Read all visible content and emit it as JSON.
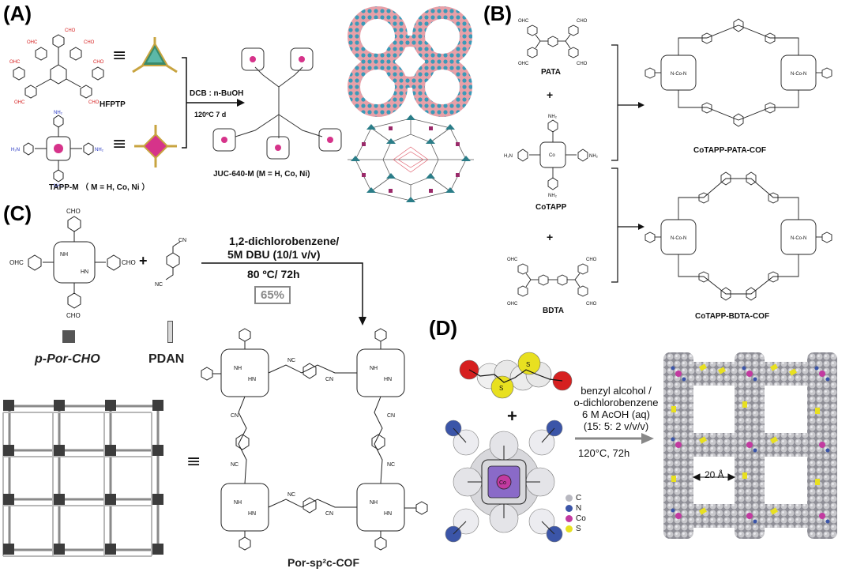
{
  "panels": {
    "a": {
      "label": "(A)",
      "linker_1": "HFPTP",
      "linker_2": "TAPP-M （ M = H, Co, Ni ）",
      "condition_solvent": "DCB : n-BuOH",
      "condition_temp": "120ºC 7 d",
      "product": "JUC-640-M (M = H, Co, Ni)"
    },
    "b": {
      "label": "(B)",
      "monomer_1": "PATA",
      "monomer_2": "CoTAPP",
      "monomer_3": "BDTA",
      "plus": "+",
      "product_1": "CoTAPP-PATA-COF",
      "product_2": "CoTAPP-BDTA-COF"
    },
    "c": {
      "label": "(C)",
      "monomer_1": "p-Por-CHO",
      "monomer_2": "PDAN",
      "plus": "+",
      "cond_line1": "1,2-dichlorobenzene/",
      "cond_line2": "5M DBU (10/1  v/v)",
      "cond_line3": "80 ºC/ 72h",
      "yield": "65%",
      "equiv": "≡",
      "product": "Por-sp²c-COF"
    },
    "d": {
      "label": "(D)",
      "plus": "+",
      "cond_line1": "benzyl alcohol /",
      "cond_line2": "o-dichlorobenzene",
      "cond_line3": "6 M AcOH (aq)",
      "cond_line4": "(15: 5: 2 v/v/v)",
      "cond_line5": "120°C,   72h",
      "pore_size": "20 Å",
      "legend": [
        {
          "element": "C",
          "color": "#b8b8c0"
        },
        {
          "element": "N",
          "color": "#3b55a8"
        },
        {
          "element": "Co",
          "color": "#c23aa0"
        },
        {
          "element": "S",
          "color": "#e8e020"
        }
      ]
    }
  },
  "colors": {
    "ink": "#111111",
    "aldehyde_red": "#d62020",
    "amine_blue": "#2030c0",
    "gold": "#c8a440",
    "magenta": "#d6338a",
    "teal": "#3a9ab8",
    "pink": "#e8a0a8"
  }
}
